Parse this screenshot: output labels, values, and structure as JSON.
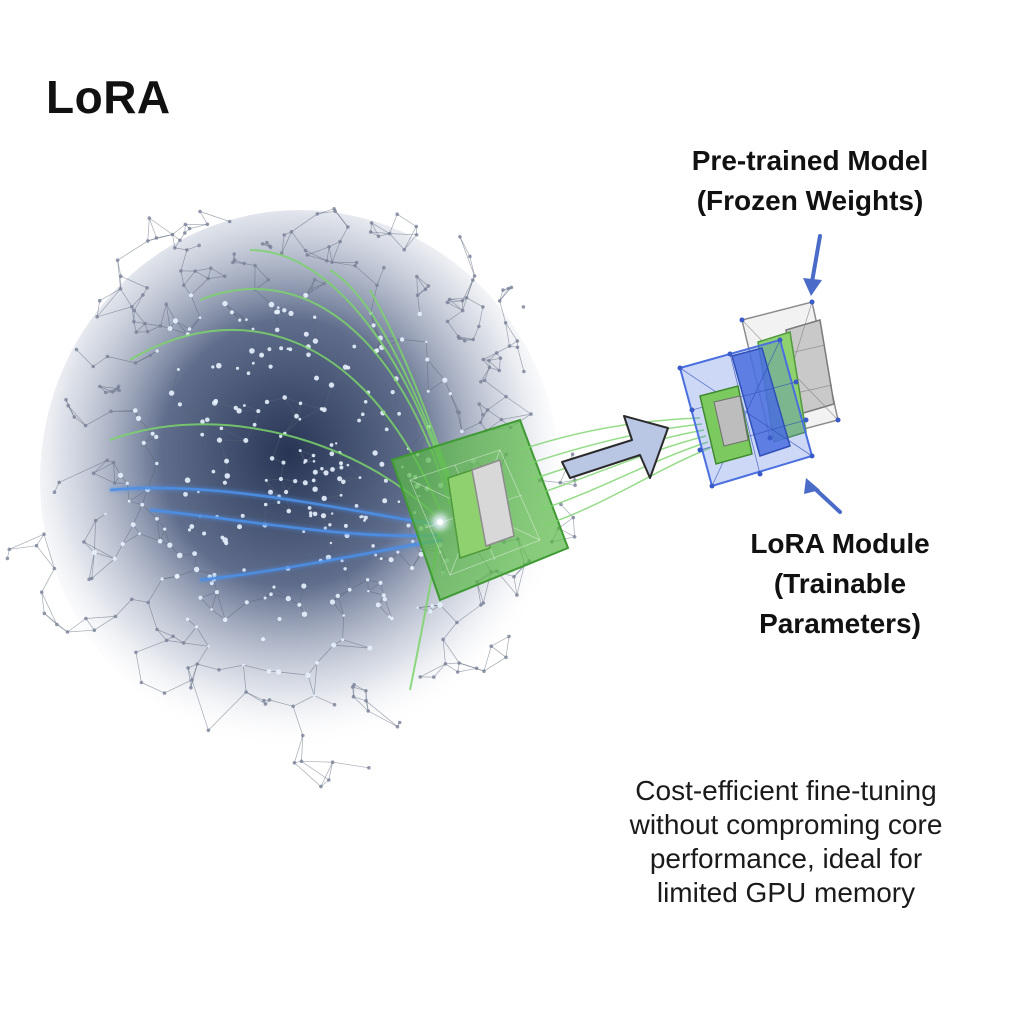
{
  "diagram": {
    "title": "LoRA",
    "frozen_label": [
      "Pre-trained Model",
      "(Frozen Weights)"
    ],
    "lora_label": [
      "LoRA Module",
      "(Trainable",
      "Parameters)"
    ],
    "caption": [
      "Cost-efficient fine-tuning",
      "without comproming core",
      "performance, ideal for",
      "limited GPU memory"
    ]
  },
  "colors": {
    "network_edge": "#5a6478",
    "network_core": "#1c2a4a",
    "node_glow": "#e8f2ff",
    "green_path": "#7bd36a",
    "blue_path": "#4a8fe8",
    "lora_green": "#5cb84a",
    "module_blue": "#4a6fe0",
    "frozen_gray": "#a8a8a8",
    "arrow_fill": "#b9c6e4",
    "pointer": "#4a6bc8"
  },
  "icons": [
    "neural-network-graphic",
    "lora-adapter-graphic",
    "flow-arrow-icon",
    "pointer-arrow-icon"
  ]
}
